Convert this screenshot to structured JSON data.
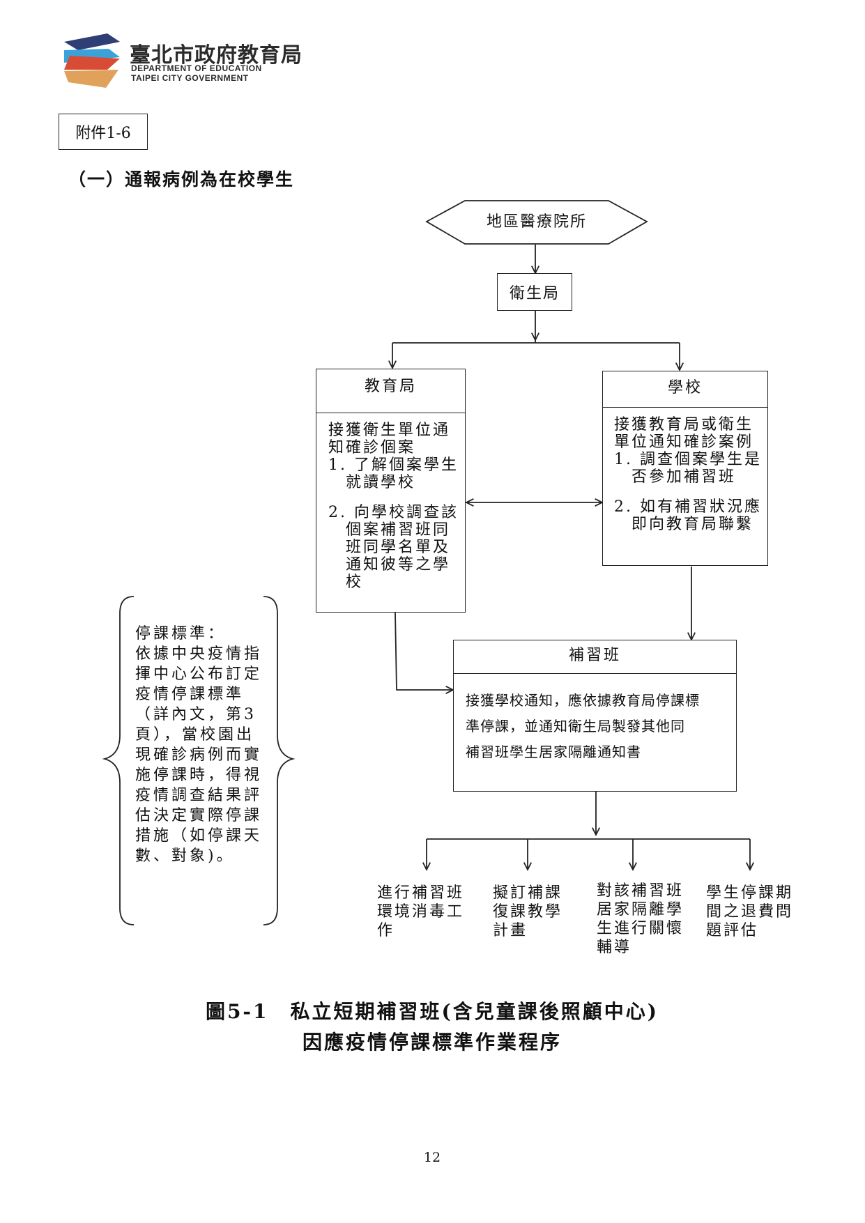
{
  "header": {
    "logo_cn": "臺北市政府教育局",
    "logo_en_line1": "DEPARTMENT OF EDUCATION",
    "logo_en_line2": "TAIPEI CITY GOVERNMENT"
  },
  "attachment_label": "附件1-6",
  "section_heading": "（一）通報病例為在校學生",
  "flow": {
    "hospital": "地區醫療院所",
    "health_bureau": "衛生局",
    "edu_bureau": {
      "title": "教育局",
      "intro1": "接獲衛生單位通",
      "intro2": "知確診個案",
      "item1_l1": "1. 了解個案學生",
      "item1_l2": "就讀學校",
      "item2_l1": "2. 向學校調查該",
      "item2_l2": "個案補習班同",
      "item2_l3": "班同學名單及",
      "item2_l4": "通知彼等之學",
      "item2_l5": "校"
    },
    "school": {
      "title": "學校",
      "intro1": "接獲教育局或衛生",
      "intro2": "單位通知確診案例",
      "item1_l1": "1. 調查個案學生是",
      "item1_l2": "否參加補習班",
      "item2_l1": "2. 如有補習狀況應",
      "item2_l2": "即向教育局聯繫"
    },
    "cram": {
      "title": "補習班",
      "line1": "接獲學校通知，應依據教育局停課標",
      "line2": "準停課，並通知衛生局製發其他同",
      "line3": "補習班學生居家隔離通知書"
    },
    "outcomes": [
      {
        "l1": "進行補習班",
        "l2": "環境消毒工",
        "l3": "作",
        "l4": ""
      },
      {
        "l1": "擬訂補課",
        "l2": "復課教學",
        "l3": "計畫",
        "l4": ""
      },
      {
        "l1": "對該補習班",
        "l2": "居家隔離學",
        "l3": "生進行關懷",
        "l4": "輔導"
      },
      {
        "l1": "學生停課期",
        "l2": "間之退費問",
        "l3": "題評估",
        "l4": ""
      }
    ]
  },
  "note": {
    "l1": "停課標準：",
    "l2": "依據中央疫情指",
    "l3": "揮中心公布訂定",
    "l4": "疫情停課標準",
    "l5": "（詳內文，第3",
    "l6": "頁），當校園出",
    "l7": "現確診病例而實",
    "l8": "施停課時，得視",
    "l9": "疫情調查結果評",
    "l10": "估決定實際停課",
    "l11": "措施（如停課天",
    "l12": "數、對象)。"
  },
  "caption": {
    "line1": "圖5-1　私立短期補習班(含兒童課後照顧中心)",
    "line2": "因應疫情停課標準作業程序"
  },
  "page_number": "12",
  "colors": {
    "logo_navy": "#2f3e74",
    "logo_red": "#d84b34",
    "logo_blue": "#3aa2d8",
    "logo_orange": "#e0a25b"
  }
}
